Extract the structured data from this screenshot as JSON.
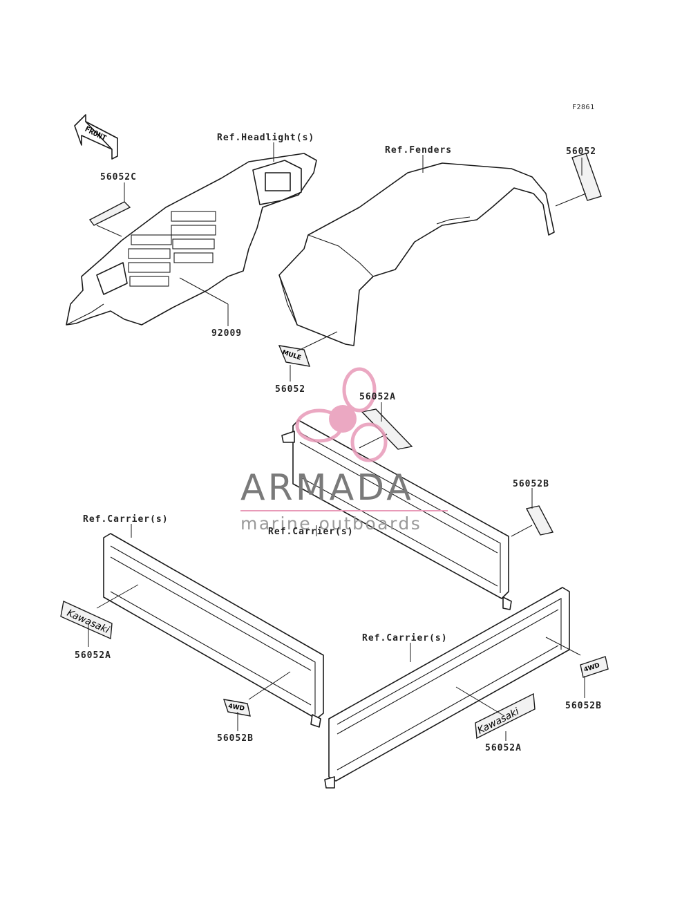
{
  "figure_id": "F2861",
  "front_arrow": "FRONT",
  "references": {
    "headlight": "Ref.Headlight(s)",
    "fenders": "Ref.Fenders",
    "carrier_left": "Ref.Carrier(s)",
    "carrier_center": "Ref.Carrier(s)",
    "carrier_right": "Ref.Carrier(s)"
  },
  "parts": {
    "p56052c": "56052C",
    "p56052_top": "56052",
    "p92009": "92009",
    "p56052_mule": "56052",
    "p56052a_top": "56052A",
    "p56052b_right": "56052B",
    "p56052a_left": "56052A",
    "p56052b_left": "56052B",
    "p56052b_far": "56052B",
    "p56052a_right": "56052A"
  },
  "decals": {
    "kawasaki": "Kawasaki",
    "mule": "MULE",
    "four_wd": "4WD"
  },
  "watermark": {
    "title": "ARMADA",
    "subtitle": "marine outboards"
  },
  "colors": {
    "line": "#1a1a1a",
    "watermark_pink": "#e89ab8",
    "watermark_text": "#7a7a7a"
  }
}
